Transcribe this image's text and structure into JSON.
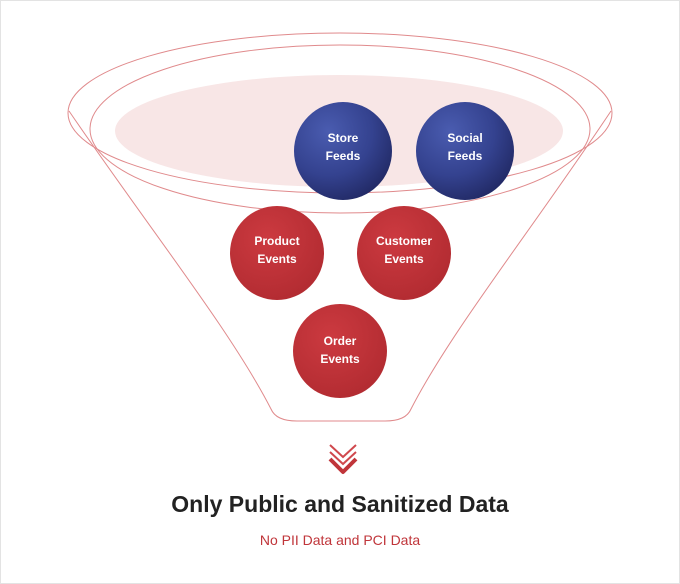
{
  "diagram": {
    "sources": {
      "store_feeds": [
        "Store",
        "Feeds"
      ],
      "social_feeds": [
        "Social",
        "Feeds"
      ],
      "product_events": [
        "Product",
        "Events"
      ],
      "customer_events": [
        "Customer",
        "Events"
      ],
      "order_events": [
        "Order",
        "Events"
      ]
    },
    "title": "Only Public and Sanitized Data",
    "subtitle": "No PII Data and PCI Data",
    "colors": {
      "blue_ball": "#3a4a9a",
      "red_ball": "#c0353a",
      "funnel_line": "#e08a8c",
      "funnel_fill": "#f8e6e6",
      "title": "#222222",
      "subtitle": "#c0353a"
    },
    "icons": {
      "output_arrow": "double-chevron-down-icon"
    }
  }
}
